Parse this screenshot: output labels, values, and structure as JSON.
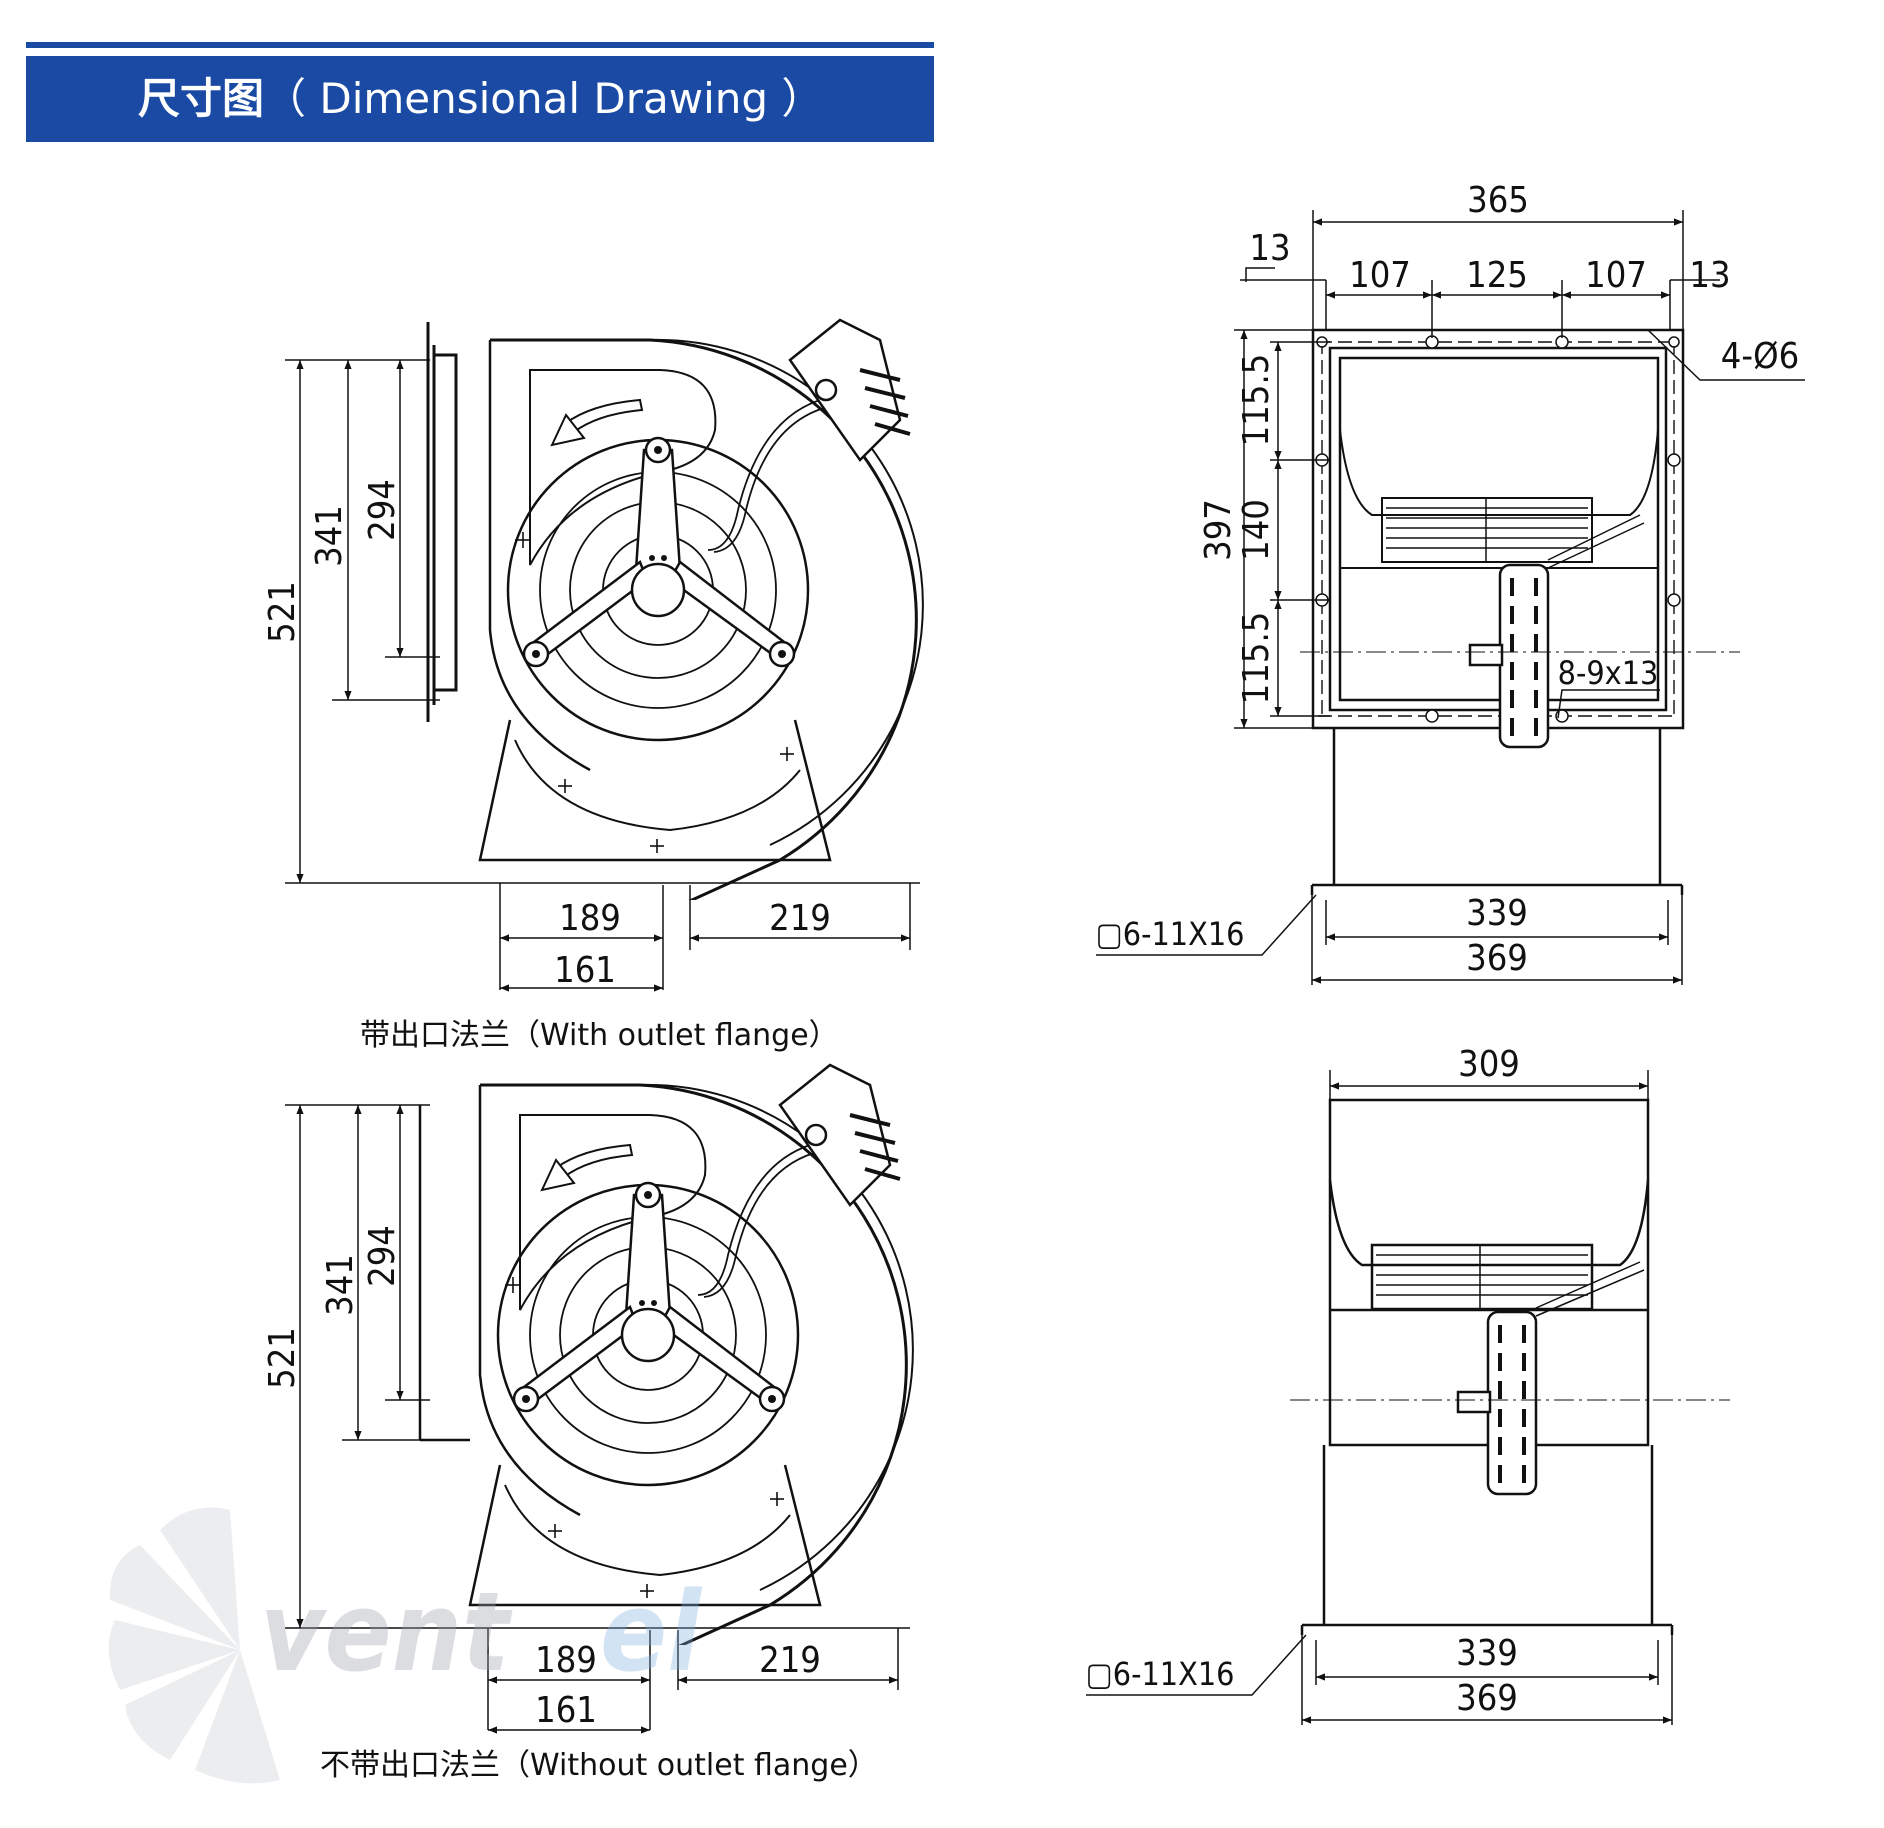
{
  "header": {
    "title_cn": "尺寸图",
    "title_en": "（ Dimensional Drawing ）",
    "color": "#1a4aa3"
  },
  "views": {
    "flange_side": {
      "caption": "带出口法兰（With outlet flange）",
      "dims": {
        "h_total": "521",
        "h_outlet": "341",
        "h_inner": "294",
        "base_left": "189",
        "base_right": "219",
        "base_inner": "161"
      }
    },
    "no_flange_side": {
      "caption": "不带出口法兰（Without outlet flange）",
      "dims": {
        "h_total": "521",
        "h_outlet": "341",
        "h_inner": "294",
        "base_left": "189",
        "base_right": "219",
        "base_inner": "161"
      }
    },
    "front_top": {
      "dims": {
        "width_total": "365",
        "edge_left": "13",
        "edge_right": "13",
        "hole_left": "107",
        "hole_mid": "125",
        "hole_right": "107",
        "holes": "4-Ø6",
        "height": "397",
        "v_top": "115.5",
        "v_mid": "140",
        "v_bot": "115.5",
        "slots": "8-9x13",
        "base_inner": "339",
        "base_outer": "369",
        "base_holes": "▢6-11X16"
      }
    },
    "front_bottom": {
      "dims": {
        "width_top": "309",
        "base_inner": "339",
        "base_outer": "369",
        "base_holes": "▢6-11X16"
      }
    }
  },
  "watermark": {
    "brand": "ventel",
    "letters_grey": "vent",
    "letters_blue": "el"
  }
}
